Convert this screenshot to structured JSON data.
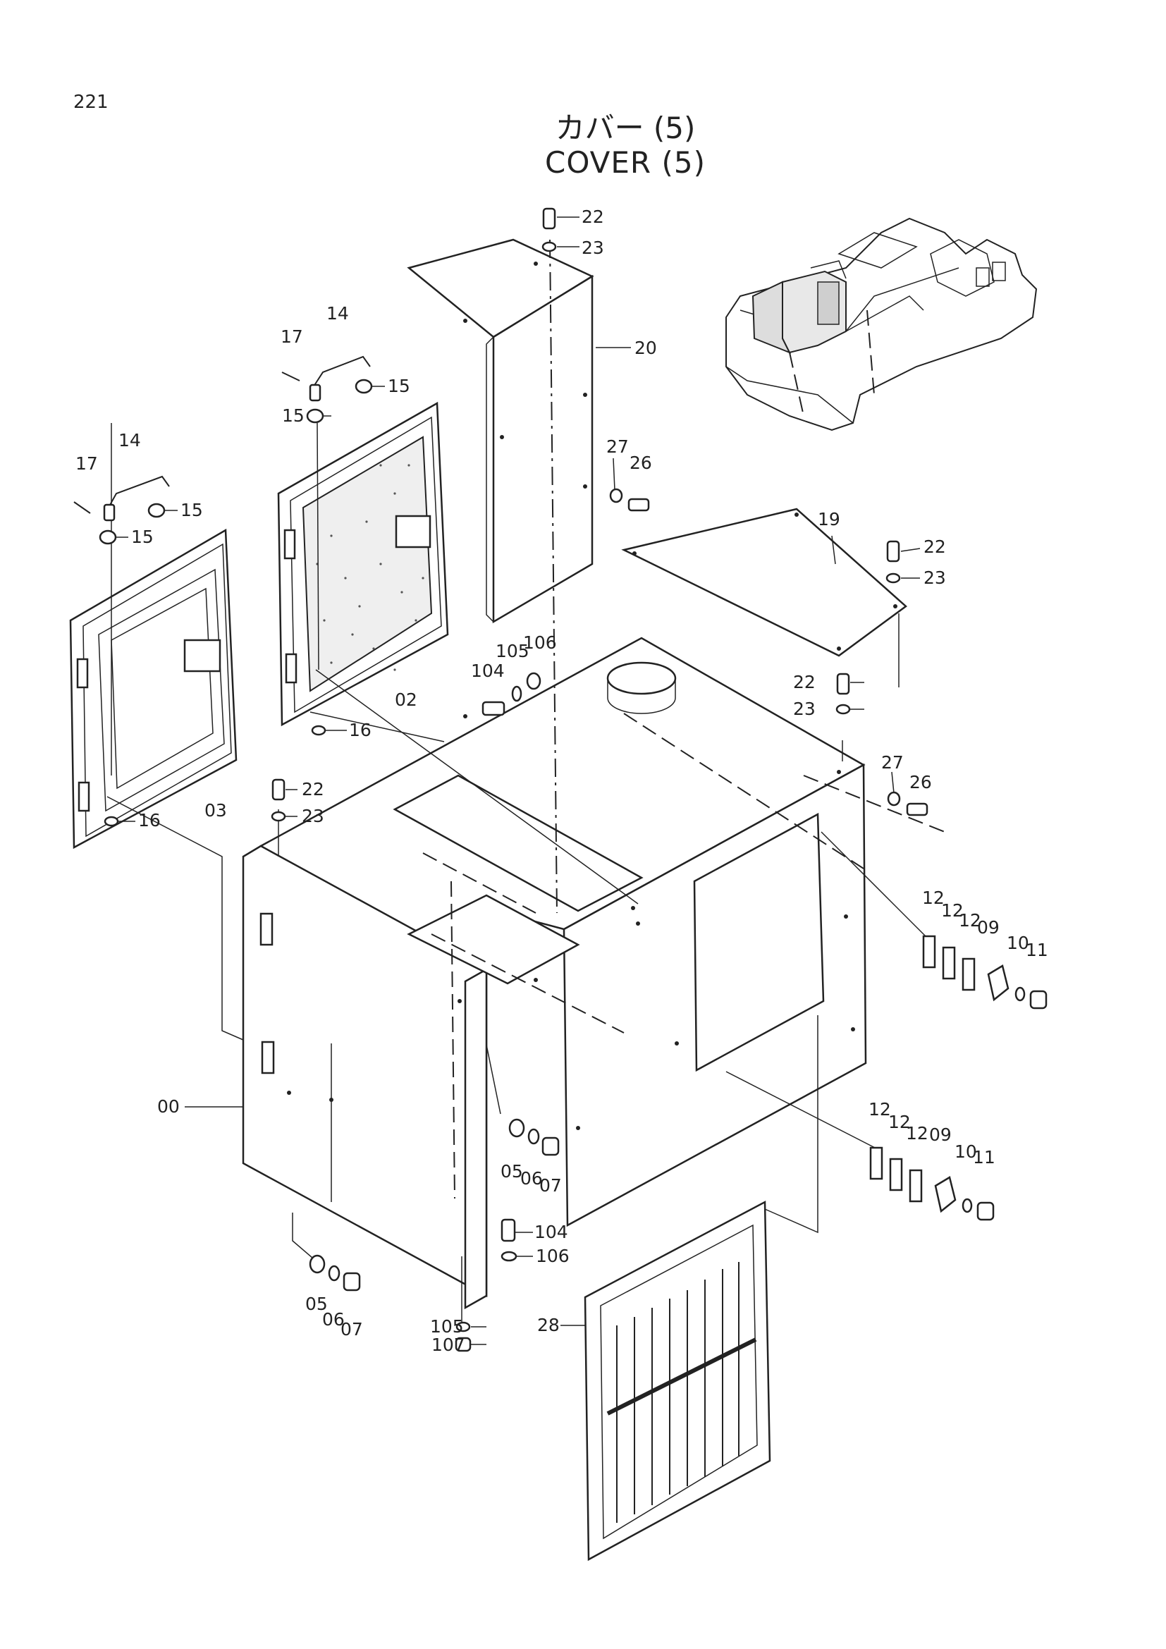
{
  "page": {
    "number": "221",
    "title_jp": "カバー (5)",
    "title_en": "COVER (5)"
  },
  "callouts": {
    "c00": "00",
    "c02": "02",
    "c03": "03",
    "c05a": "05",
    "c06a": "06",
    "c07a": "07",
    "c05b": "05",
    "c06b": "06",
    "c07b": "07",
    "c09a": "09",
    "c10a": "10",
    "c11a": "11",
    "c09b": "09",
    "c10b": "10",
    "c11b": "11",
    "c12a": "12",
    "c12b": "12",
    "c12c": "12",
    "c12d": "12",
    "c12e": "12",
    "c12f": "12",
    "c14a": "14",
    "c14b": "14",
    "c15a": "15",
    "c15b": "15",
    "c15c": "15",
    "c15d": "15",
    "c16a": "16",
    "c16b": "16",
    "c17a": "17",
    "c17b": "17",
    "c19": "19",
    "c20": "20",
    "c22a": "22",
    "c22b": "22",
    "c22c": "22",
    "c22d": "22",
    "c23a": "23",
    "c23b": "23",
    "c23c": "23",
    "c23d": "23",
    "c26a": "26",
    "c26b": "26",
    "c27a": "27",
    "c27b": "27",
    "c28": "28",
    "c104a": "104",
    "c104b": "104",
    "c105a": "105",
    "c105b": "105",
    "c106a": "106",
    "c106b": "106",
    "c107": "107"
  }
}
